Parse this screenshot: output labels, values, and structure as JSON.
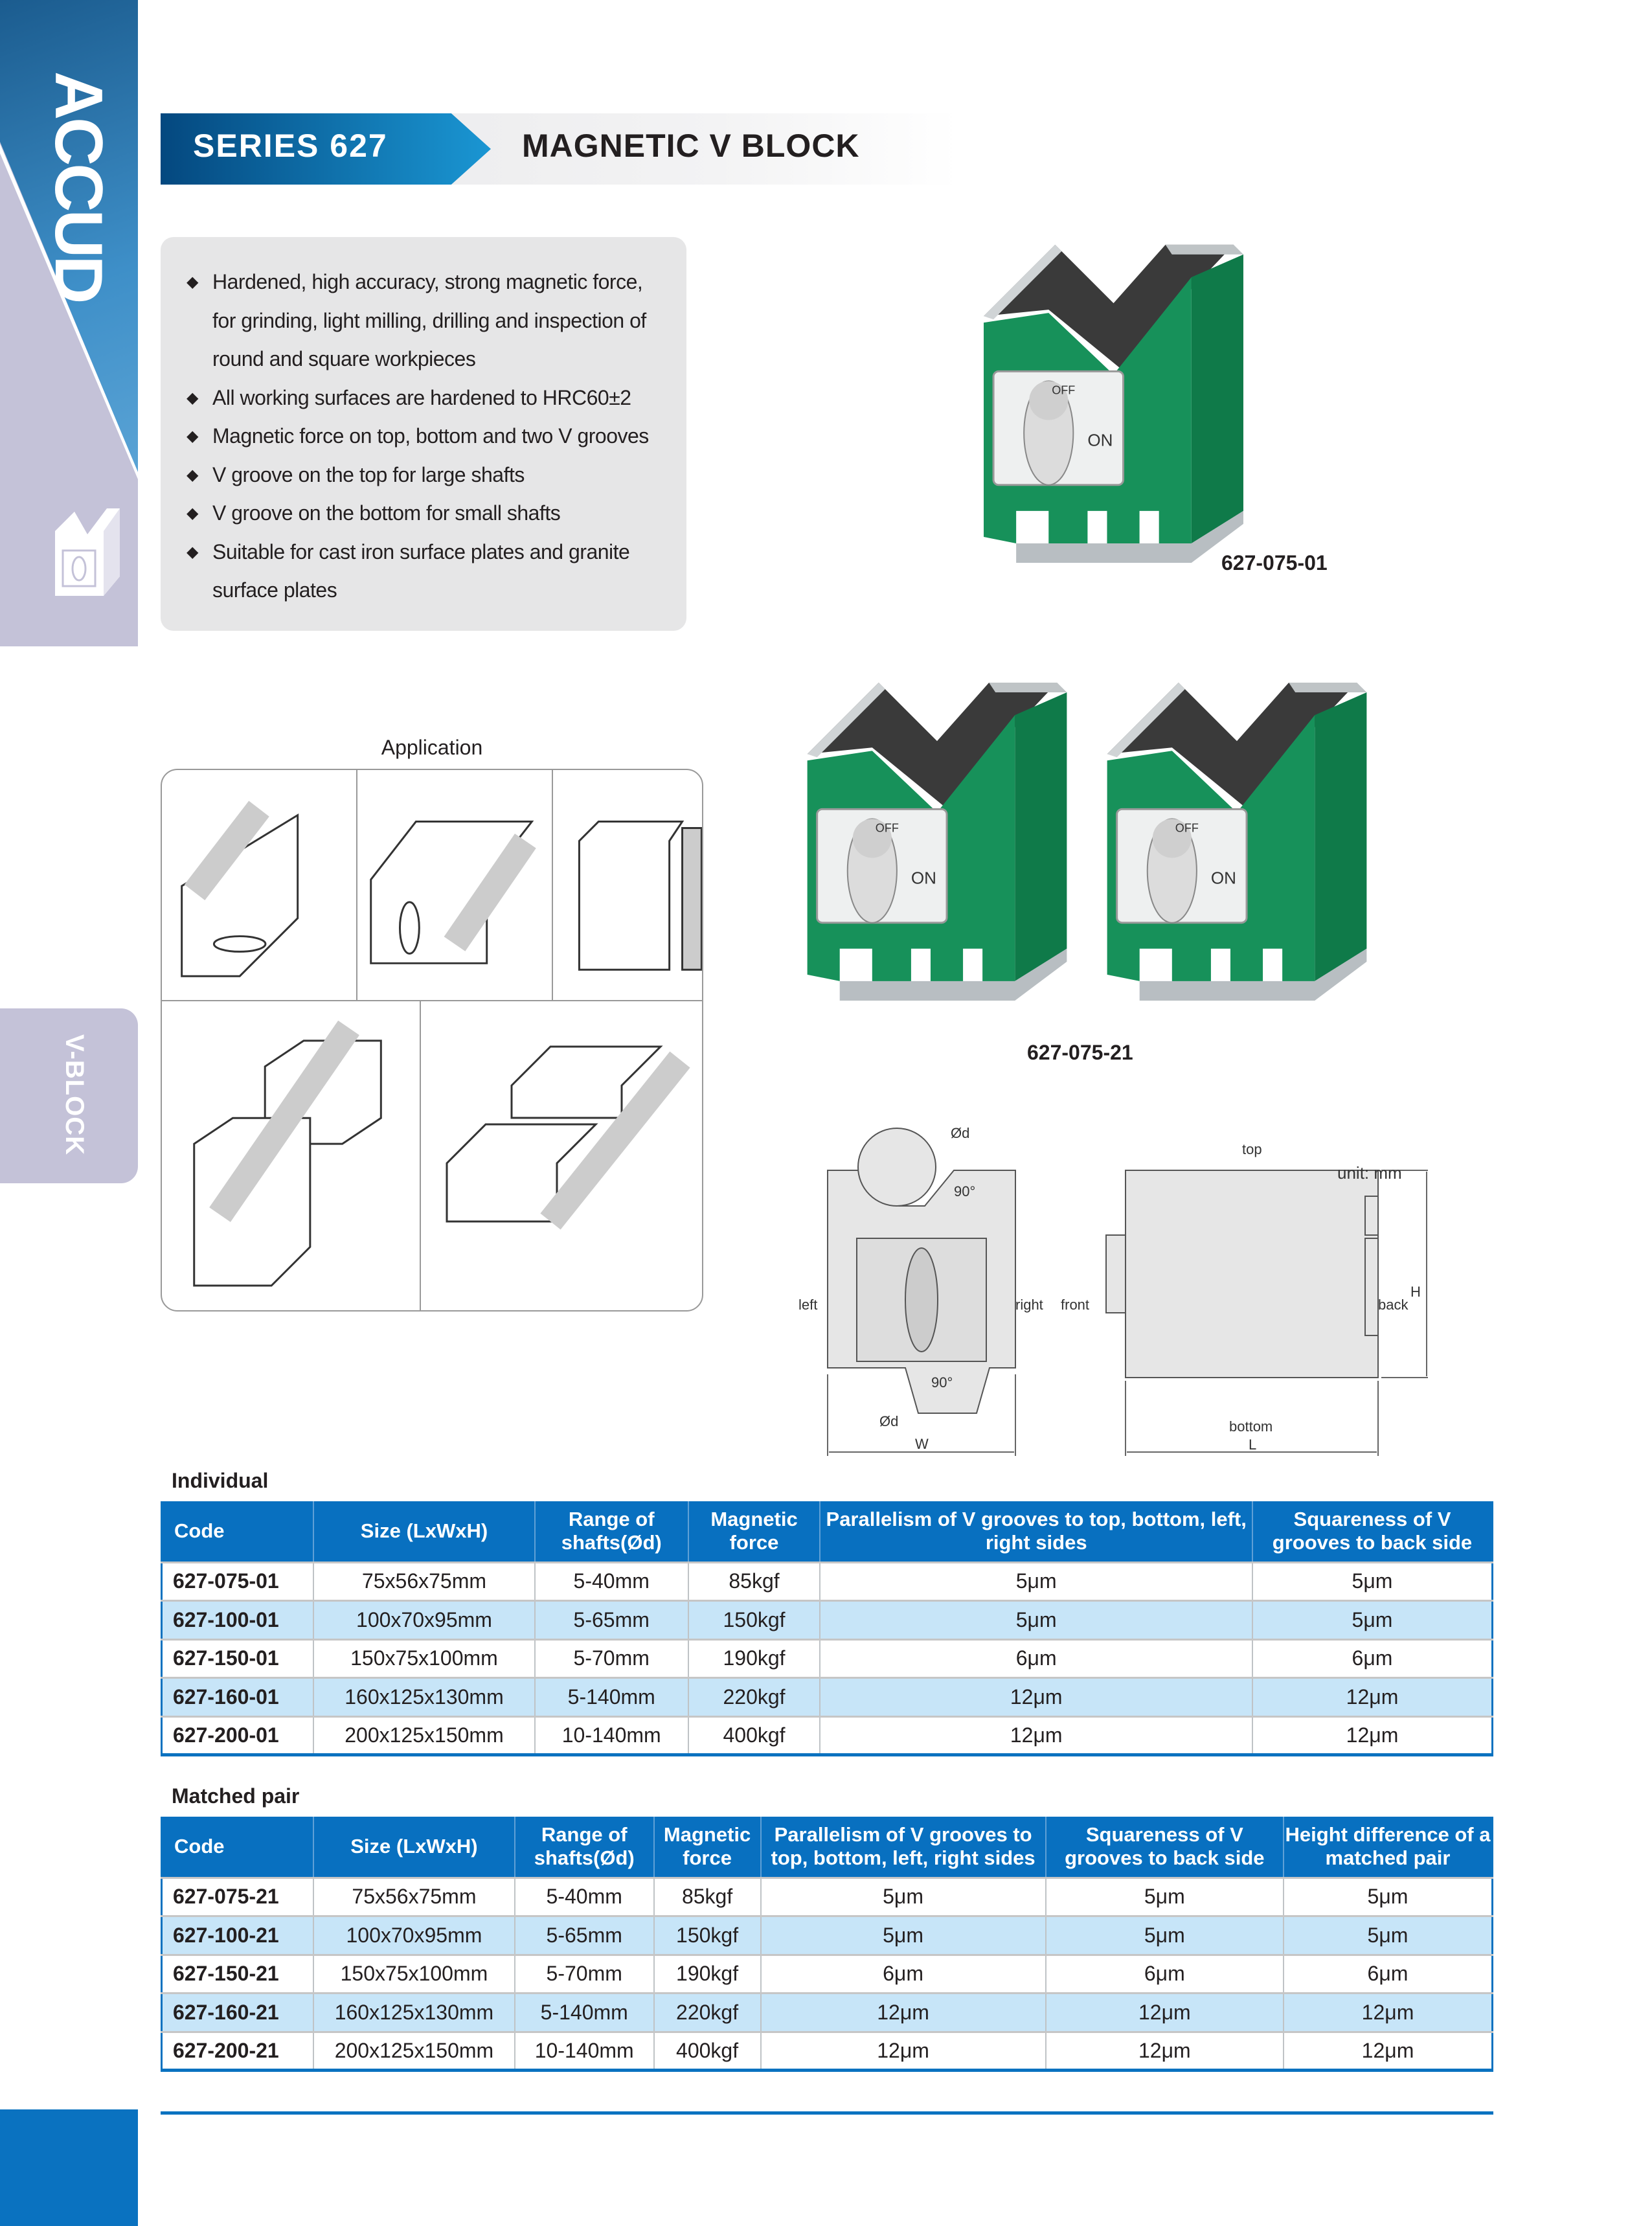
{
  "brand": {
    "logo": "ACCUD",
    "side_tab": "V-BLOCK"
  },
  "header": {
    "series": "SERIES 627",
    "title": "MAGNETIC V BLOCK"
  },
  "features": [
    "Hardened, high accuracy, strong magnetic force, for grinding, light milling, drilling and inspection of round and square workpieces",
    "All working surfaces are hardened to HRC60±2",
    "Magnetic force on top, bottom and two V grooves",
    "V groove on the top for large shafts",
    "V groove on the bottom for small shafts",
    "Suitable for cast iron surface plates and granite surface plates"
  ],
  "application": {
    "label": "Application"
  },
  "products": {
    "single_code": "627-075-01",
    "pair_code": "627-075-21",
    "dial_on": "ON",
    "dial_off": "OFF"
  },
  "diagram": {
    "unit": "unit: mm",
    "dia": "Ød",
    "angle": "90°",
    "left": "left",
    "right": "right",
    "width": "W",
    "front": "front",
    "back": "back",
    "top": "top",
    "bottom": "bottom",
    "length": "L",
    "height": "H"
  },
  "colors": {
    "accent": "#0870c0",
    "row_alt": "#c7e5f8",
    "sidebar": "#c4c2d8",
    "block_green": "#17915a"
  },
  "individual": {
    "caption": "Individual",
    "headers": [
      "Code",
      "Size (LxWxH)",
      "Range of shafts(Ød)",
      "Magnetic force",
      "Parallelism of V grooves to top, bottom, left, right sides",
      "Squareness of V grooves to back side"
    ],
    "rows": [
      [
        "627-075-01",
        "75x56x75mm",
        "5-40mm",
        "85kgf",
        "5μm",
        "5μm"
      ],
      [
        "627-100-01",
        "100x70x95mm",
        "5-65mm",
        "150kgf",
        "5μm",
        "5μm"
      ],
      [
        "627-150-01",
        "150x75x100mm",
        "5-70mm",
        "190kgf",
        "6μm",
        "6μm"
      ],
      [
        "627-160-01",
        "160x125x130mm",
        "5-140mm",
        "220kgf",
        "12μm",
        "12μm"
      ],
      [
        "627-200-01",
        "200x125x150mm",
        "10-140mm",
        "400kgf",
        "12μm",
        "12μm"
      ]
    ]
  },
  "matched": {
    "caption": "Matched pair",
    "headers": [
      "Code",
      "Size (LxWxH)",
      "Range of shafts(Ød)",
      "Magnetic force",
      "Parallelism of V grooves to top, bottom, left, right sides",
      "Squareness of V grooves to back side",
      "Height difference of a matched pair"
    ],
    "rows": [
      [
        "627-075-21",
        "75x56x75mm",
        "5-40mm",
        "85kgf",
        "5μm",
        "5μm",
        "5μm"
      ],
      [
        "627-100-21",
        "100x70x95mm",
        "5-65mm",
        "150kgf",
        "5μm",
        "5μm",
        "5μm"
      ],
      [
        "627-150-21",
        "150x75x100mm",
        "5-70mm",
        "190kgf",
        "6μm",
        "6μm",
        "6μm"
      ],
      [
        "627-160-21",
        "160x125x130mm",
        "5-140mm",
        "220kgf",
        "12μm",
        "12μm",
        "12μm"
      ],
      [
        "627-200-21",
        "200x125x150mm",
        "10-140mm",
        "400kgf",
        "12μm",
        "12μm",
        "12μm"
      ]
    ]
  }
}
